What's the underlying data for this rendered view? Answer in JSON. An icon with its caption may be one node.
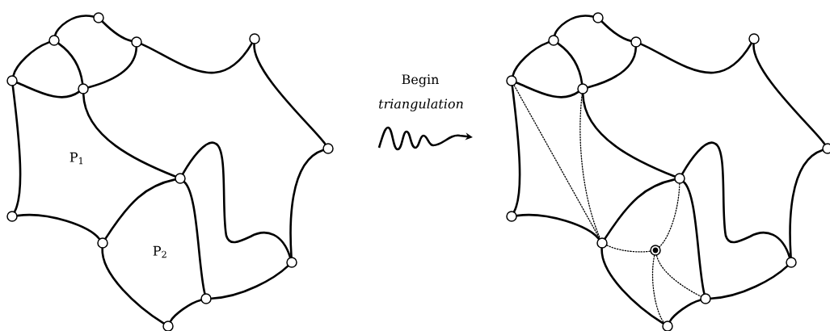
{
  "diagram": {
    "nodes": [
      {
        "text": [],
        "shape": "circle"
      },
      {
        "text": [],
        "shape": "circle"
      },
      {
        "text": [],
        "shape": "circle"
      },
      {
        "text": [],
        "shape": "circle"
      },
      {
        "text": [],
        "shape": "circle"
      },
      {
        "text": [],
        "shape": "circle"
      },
      {
        "text": [],
        "shape": "circle"
      },
      {
        "text": [],
        "shape": "circle"
      },
      {
        "text": [],
        "shape": "circle"
      },
      {
        "text": [],
        "shape": "circle"
      },
      {
        "text": [],
        "shape": "circle"
      },
      {
        "text": [],
        "shape": "circle"
      },
      {
        "text": [],
        "shape": "circle"
      },
      {
        "text": [],
        "shape": "circle"
      },
      {
        "text": [],
        "shape": "circle"
      },
      {
        "text": [],
        "shape": "circle"
      },
      {
        "text": [],
        "shape": "circle"
      },
      {
        "text": [],
        "shape": "circle"
      },
      {
        "text": [],
        "shape": "circle"
      },
      {
        "text": [],
        "shape": "circle"
      },
      {
        "text": [],
        "shape": "circle"
      },
      {
        "text": [],
        "shape": "circle"
      },
      {
        "text": [],
        "shape": "circle"
      },
      {
        "text": [],
        "shape": "circle"
      },
      {
        "text": [],
        "shape": "circle"
      },
      {
        "text": [],
        "shape": "circle"
      },
      {
        "text": [],
        "shape": "dot"
      }
    ],
    "edges": [
      {
        "from": 1,
        "to": 0,
        "arrow": "none"
      },
      {
        "from": 0,
        "to": 2,
        "arrow": "none"
      },
      {
        "from": 1,
        "to": 3,
        "arrow": "none"
      },
      {
        "from": 1,
        "to": 4,
        "arrow": "none"
      },
      {
        "from": 3,
        "to": 4,
        "arrow": "none"
      },
      {
        "from": 2,
        "to": 4,
        "arrow": "none"
      },
      {
        "from": 2,
        "to": 5,
        "arrow": "none"
      },
      {
        "from": 5,
        "to": 6,
        "arrow": "none"
      },
      {
        "from": 3,
        "to": 8,
        "arrow": "none"
      },
      {
        "from": 4,
        "to": 7,
        "arrow": "none"
      },
      {
        "from": 7,
        "to": 10,
        "arrow": "none"
      },
      {
        "from": 6,
        "to": 10,
        "arrow": "none"
      },
      {
        "from": 8,
        "to": 9,
        "arrow": "none"
      },
      {
        "from": 9,
        "to": 7,
        "arrow": "none"
      },
      {
        "from": 7,
        "to": 11,
        "arrow": "none"
      },
      {
        "from": 9,
        "to": 12,
        "arrow": "none"
      },
      {
        "from": 12,
        "to": 11,
        "arrow": "none"
      },
      {
        "from": 11,
        "to": 10,
        "arrow": "none"
      },
      {
        "from": 14,
        "to": 13,
        "arrow": "none"
      },
      {
        "from": 13,
        "to": 15,
        "arrow": "none"
      },
      {
        "from": 14,
        "to": 16,
        "arrow": "none"
      },
      {
        "from": 14,
        "to": 17,
        "arrow": "none"
      },
      {
        "from": 16,
        "to": 17,
        "arrow": "none"
      },
      {
        "from": 15,
        "to": 17,
        "arrow": "none"
      },
      {
        "from": 15,
        "to": 18,
        "arrow": "none"
      },
      {
        "from": 18,
        "to": 19,
        "arrow": "none"
      },
      {
        "from": 16,
        "to": 21,
        "arrow": "none"
      },
      {
        "from": 17,
        "to": 20,
        "arrow": "none"
      },
      {
        "from": 20,
        "to": 23,
        "arrow": "none"
      },
      {
        "from": 19,
        "to": 23,
        "arrow": "none"
      },
      {
        "from": 21,
        "to": 22,
        "arrow": "none"
      },
      {
        "from": 22,
        "to": 20,
        "arrow": "none"
      },
      {
        "from": 20,
        "to": 24,
        "arrow": "none"
      },
      {
        "from": 22,
        "to": 25,
        "arrow": "none"
      },
      {
        "from": 25,
        "to": 24,
        "arrow": "none"
      },
      {
        "from": 24,
        "to": 23,
        "arrow": "none"
      },
      {
        "from": 16,
        "to": 22,
        "arrow": "none",
        "style": "dashed"
      },
      {
        "from": 17,
        "to": 22,
        "arrow": "none",
        "style": "dashed"
      },
      {
        "from": 20,
        "to": 26,
        "arrow": "none",
        "style": "dashed"
      },
      {
        "from": 22,
        "to": 26,
        "arrow": "none",
        "style": "dashed"
      },
      {
        "from": 26,
        "to": 25,
        "arrow": "none",
        "style": "dashed"
      },
      {
        "from": 26,
        "to": 24,
        "arrow": "none",
        "style": "dashed"
      }
    ],
    "labels": [
      "P$_{1}$",
      "P$_{2}$",
      "Begin",
      "triangulation"
    ]
  }
}
